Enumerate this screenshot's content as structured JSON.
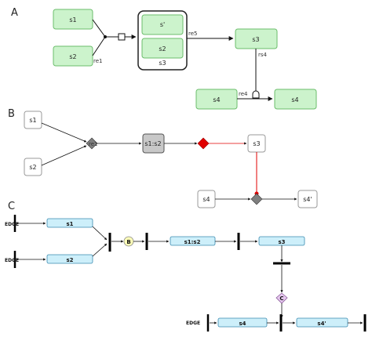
{
  "panels": {
    "a": {
      "label": "A",
      "species": {
        "s1": "s1",
        "s2": "s2",
        "s3": "s3",
        "s4": "s4",
        "s4b": "s4"
      },
      "complex": {
        "top": "s'",
        "bottom": "s2",
        "name": "s3"
      },
      "reactions": {
        "re1": "re1",
        "re5": "re5",
        "re4": "re4",
        "rs4": "rs4"
      }
    },
    "b": {
      "label": "B",
      "species": {
        "s1": "s1",
        "s2": "s2",
        "complex": "s1:s2",
        "s3": "s3",
        "s4": "s4",
        "s4p": "s4'"
      },
      "reactions": {
        "re1": "re1"
      },
      "colors": {
        "reaction": "#7f7f7f",
        "red": "#e00000",
        "complex": "#c8c8c8"
      }
    },
    "c": {
      "label": "C",
      "edge_label": "EDGE",
      "nodes": {
        "s1": "s1",
        "s2": "s2",
        "complex": "s1:s2",
        "s3": "s3",
        "s4": "s4",
        "s4p": "s4'"
      },
      "transitions": {
        "b": "B",
        "c": "C"
      },
      "colors": {
        "node_fill": "#cdeffa",
        "b_fill": "#fdfdb8",
        "c_fill": "#e6c8ef"
      }
    }
  },
  "colors": {
    "species_fill": "#ccf3cc",
    "species_stroke": "#6bbd6b"
  }
}
